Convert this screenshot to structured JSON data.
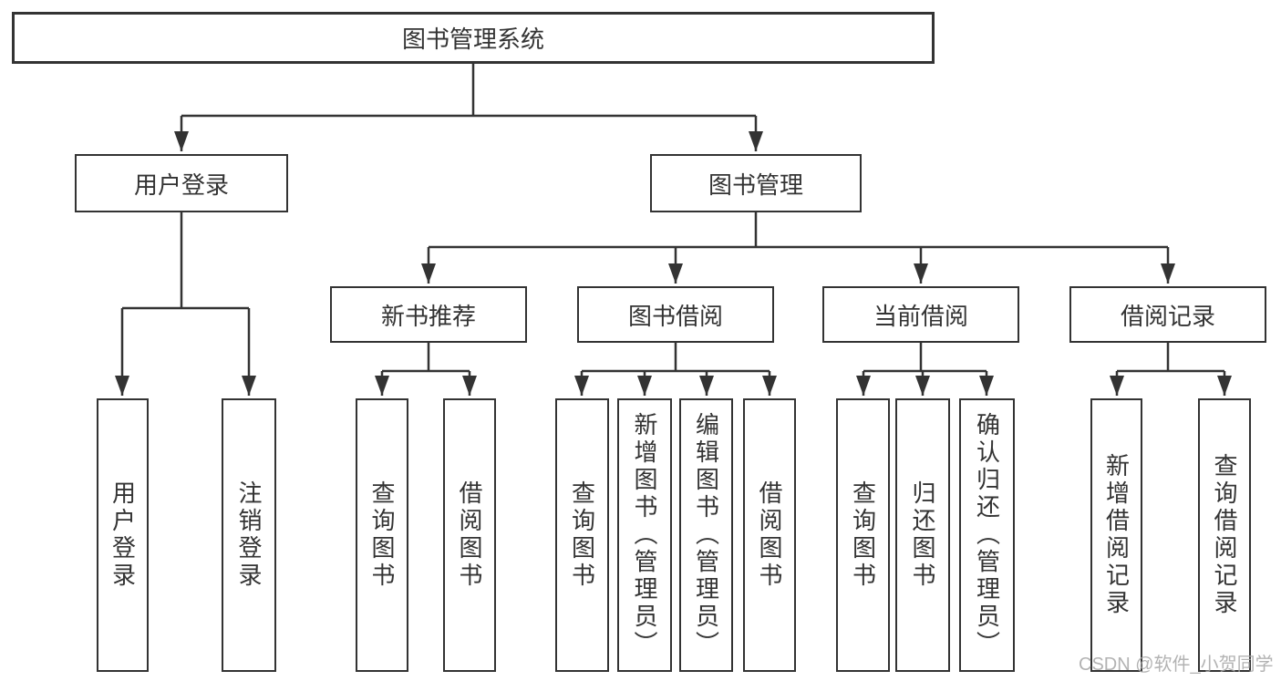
{
  "diagram": {
    "root": {
      "label": "图书管理系统"
    },
    "level2": [
      {
        "label": "用户登录"
      },
      {
        "label": "图书管理"
      }
    ],
    "level3": [
      {
        "label": "新书推荐"
      },
      {
        "label": "图书借阅"
      },
      {
        "label": "当前借阅"
      },
      {
        "label": "借阅记录"
      }
    ],
    "leaves": {
      "user_login": [
        {
          "label": "用户登录"
        },
        {
          "label": "注销登录"
        }
      ],
      "new_book": [
        {
          "label": "查询图书"
        },
        {
          "label": "借阅图书"
        }
      ],
      "book_borrow": [
        {
          "label": "查询图书"
        },
        {
          "label": "新增图书（管理员）"
        },
        {
          "label": "编辑图书（管理员）"
        },
        {
          "label": "借阅图书"
        }
      ],
      "current_borrow": [
        {
          "label": "查询图书"
        },
        {
          "label": "归还图书"
        },
        {
          "label": "确认归还（管理员）"
        }
      ],
      "borrow_record": [
        {
          "label": "新增借阅记录"
        },
        {
          "label": "查询借阅记录"
        }
      ]
    },
    "watermark": "CSDN @软件_小贺同学",
    "colors": {
      "line": "#333333",
      "text": "#333333",
      "background": "#ffffff",
      "watermark": "#a6a6a6"
    }
  }
}
